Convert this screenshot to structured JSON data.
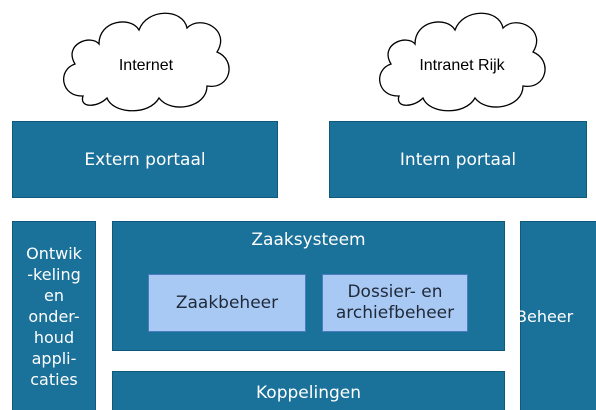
{
  "clouds": {
    "internet": "Internet",
    "intranet": "Intranet Rijk"
  },
  "portals": {
    "extern": "Extern portaal",
    "intern": "Intern portaal"
  },
  "side": {
    "ontwikkeling_lines": [
      "Ontwik",
      "-keling",
      "en",
      "onder-",
      "houd",
      "appli-",
      "caties"
    ],
    "beheer": "Beheer"
  },
  "zaaksysteem": {
    "title": "Zaaksysteem",
    "zaakbeheer": "Zaakbeheer",
    "dossier_lines": [
      "Dossier- en",
      "archiefbeheer"
    ]
  },
  "koppelingen": "Koppelingen",
  "colors": {
    "block": "#1a7199",
    "inner": "#a9c9f5",
    "inner_border": "#4b7cbf"
  }
}
